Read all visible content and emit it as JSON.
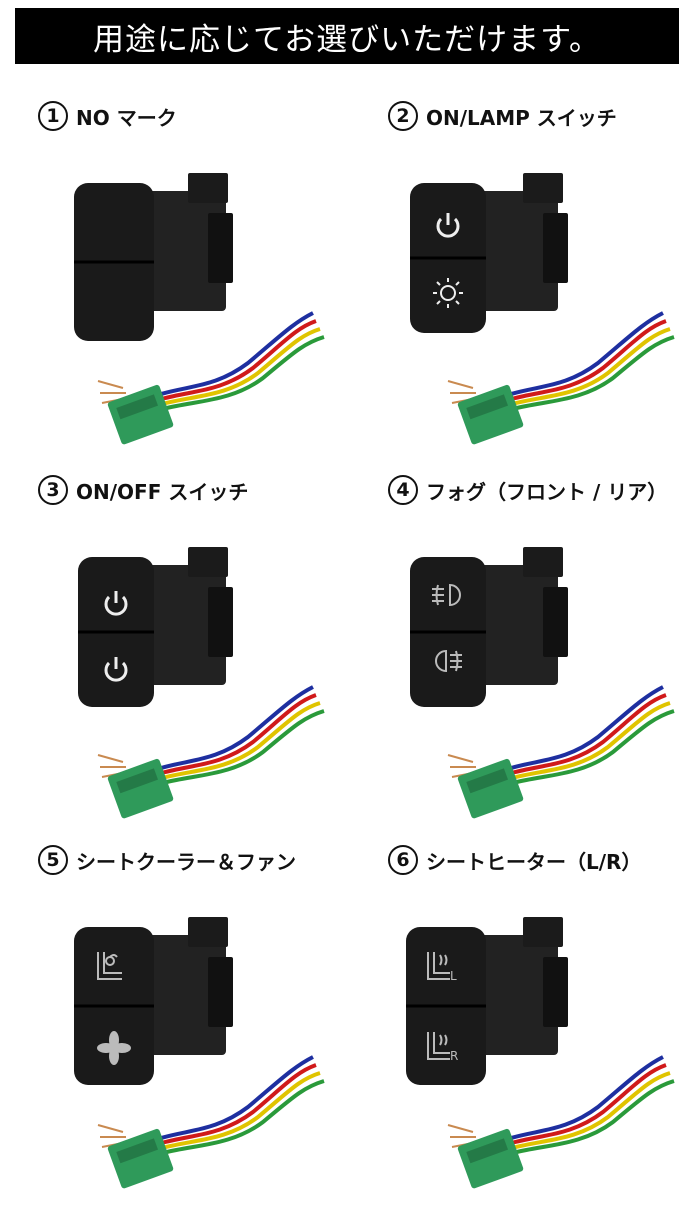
{
  "header": {
    "title": "用途に応じてお選びいただけます。"
  },
  "colors": {
    "header_bg": "#000000",
    "connector": "#2f9a5a",
    "switch_body": "#1a1a1a"
  },
  "items": [
    {
      "number": "1",
      "label": "NO マーク",
      "upper_icon": "",
      "lower_icon": ""
    },
    {
      "number": "2",
      "label": "ON/LAMP スイッチ",
      "upper_icon": "power-icon",
      "lower_icon": "lamp-icon"
    },
    {
      "number": "3",
      "label": "ON/OFF スイッチ",
      "upper_icon": "power-icon",
      "lower_icon": "power-icon"
    },
    {
      "number": "4",
      "label": "フォグ（フロント / リア）",
      "upper_icon": "front-fog-icon",
      "lower_icon": "rear-fog-icon"
    },
    {
      "number": "5",
      "label": "シートクーラー＆ファン",
      "upper_icon": "seat-fan-icon",
      "lower_icon": "fan-icon"
    },
    {
      "number": "6",
      "label": "シートヒーター（L/R）",
      "upper_icon": "seat-heater-l-icon",
      "lower_icon": "seat-heater-r-icon"
    }
  ],
  "seat_heater_letters": {
    "left": "L",
    "right": "R"
  }
}
